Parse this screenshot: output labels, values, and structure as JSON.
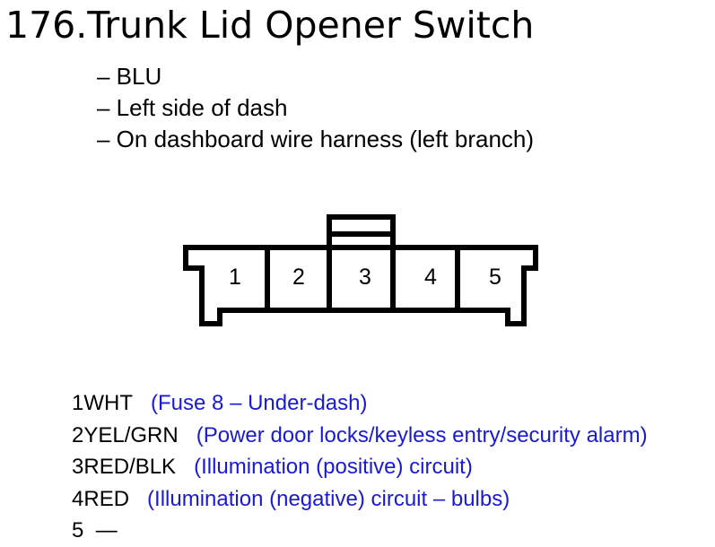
{
  "page": {
    "number": "176.",
    "title": "Trunk Lid Opener Switch"
  },
  "info": [
    "– BLU",
    "– Left side of dash",
    "– On dashboard wire harness (left branch)"
  ],
  "connector": {
    "cavities": [
      "1",
      "2",
      "3",
      "4",
      "5"
    ],
    "stroke_color": "#000000"
  },
  "pins": [
    {
      "num": "1",
      "wire": "WHT",
      "desc": "(Fuse 8 – Under-dash)"
    },
    {
      "num": "2",
      "wire": "YEL/GRN",
      "desc": "(Power door locks/keyless entry/security alarm)"
    },
    {
      "num": "3",
      "wire": "RED/BLK",
      "desc": "(Illumination (positive) circuit)"
    },
    {
      "num": "4",
      "wire": "RED",
      "desc": "(Illumination (negative) circuit – bulbs)"
    },
    {
      "num": "5",
      "wire": "—",
      "desc": ""
    }
  ],
  "colors": {
    "description": "#1a1ad6",
    "text": "#000000"
  }
}
